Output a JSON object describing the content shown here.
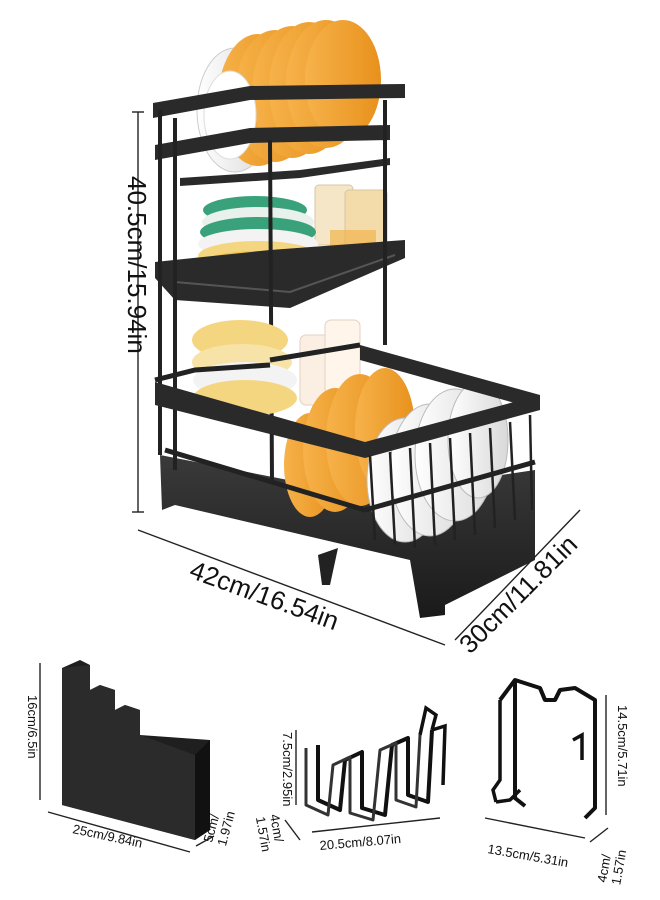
{
  "main_rack": {
    "height_label": "40.5cm/15.94in",
    "width_label": "42cm/16.54in",
    "depth_label": "30cm/11.81in"
  },
  "accessories": {
    "utensil_holder": {
      "height_label": "16cm/6.5in",
      "width_label": "25cm/9.84in",
      "depth_label": "5cm/\n1.97in"
    },
    "cup_hanger": {
      "height_label": "7.5cm/2.95in",
      "width_label": "20.5cm/8.07in",
      "depth_label": "4cm/\n1.57in"
    },
    "cutting_board_holder": {
      "height_label": "14.5cm/5.71in",
      "width_label": "13.5cm/5.31in",
      "depth_label": "4cm/\n1.57in"
    }
  },
  "colors": {
    "frame": "#222222",
    "plate_orange": "#f0a232",
    "plate_white": "#f2f2f2",
    "plate_green": "#3aa27a",
    "bowl_yellow": "#f5d680"
  }
}
